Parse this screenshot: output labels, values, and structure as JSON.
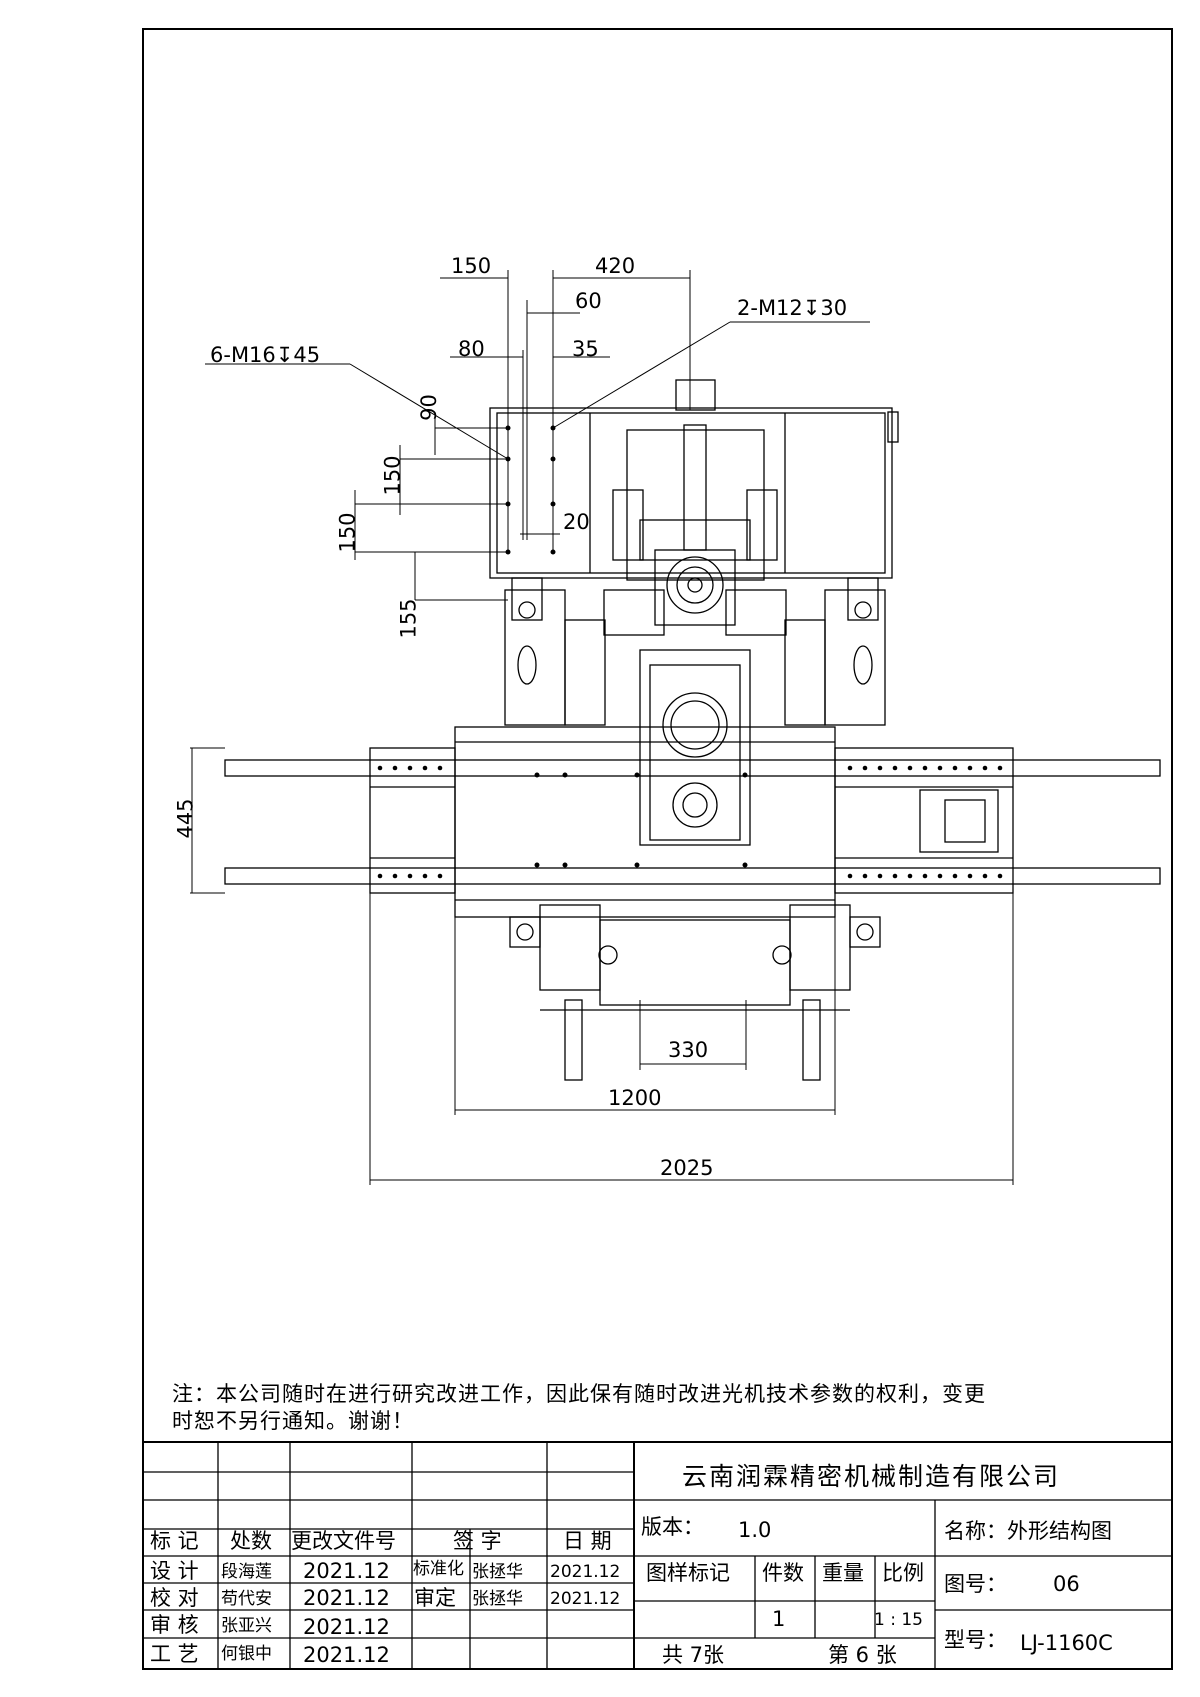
{
  "drawing": {
    "dimensions": {
      "d150_top": "150",
      "d420": "420",
      "d60": "60",
      "d80": "80",
      "d35": "35",
      "d90": "90",
      "d150_a": "150",
      "d150_b": "150",
      "d20": "20",
      "d155": "155",
      "d445": "445",
      "d330": "330",
      "d1200": "1200",
      "d2025": "2025"
    },
    "callouts": {
      "hole_a": "6-M16",
      "hole_a_depth": "45",
      "hole_b": "2-M12",
      "hole_b_depth": "30"
    }
  },
  "note": {
    "line1": "注：本公司随时在进行研究改进工作，因此保有随时改进光机技术参数的权利，变更",
    "line2": "时恕不另行通知。谢谢！"
  },
  "title_block": {
    "company": "云南润霖精密机械制造有限公司",
    "version_label": "版本：",
    "version_value": "1.0",
    "name_label": "名称：外形结构图",
    "drawing_no_label": "图号：",
    "drawing_no_value": "06",
    "model_label": "型号：",
    "model_value": "LJ-1160C",
    "col_sample_mark": "图样标记",
    "col_qty": "件数",
    "col_weight": "重量",
    "col_scale": "比例",
    "qty_value": "1",
    "scale_value": "1 : 15",
    "total_sheets": "共 7张",
    "sheet_no": "第 6 张",
    "revision_headers": [
      "标 记",
      "处数",
      "更改文件号",
      "签 字",
      "日 期"
    ],
    "rows": [
      {
        "role": "设 计",
        "name": "段海莲",
        "date": "2021.12",
        "role2": "标准化",
        "name2": "张拯华",
        "date2": "2021.12"
      },
      {
        "role": "校 对",
        "name": "苟代安",
        "date": "2021.12",
        "role2": "审定",
        "name2": "张拯华",
        "date2": "2021.12"
      },
      {
        "role": "审 核",
        "name": "张亚兴",
        "date": "2021.12"
      },
      {
        "role": "工 艺",
        "name": "何银中",
        "date": "2021.12"
      }
    ]
  }
}
